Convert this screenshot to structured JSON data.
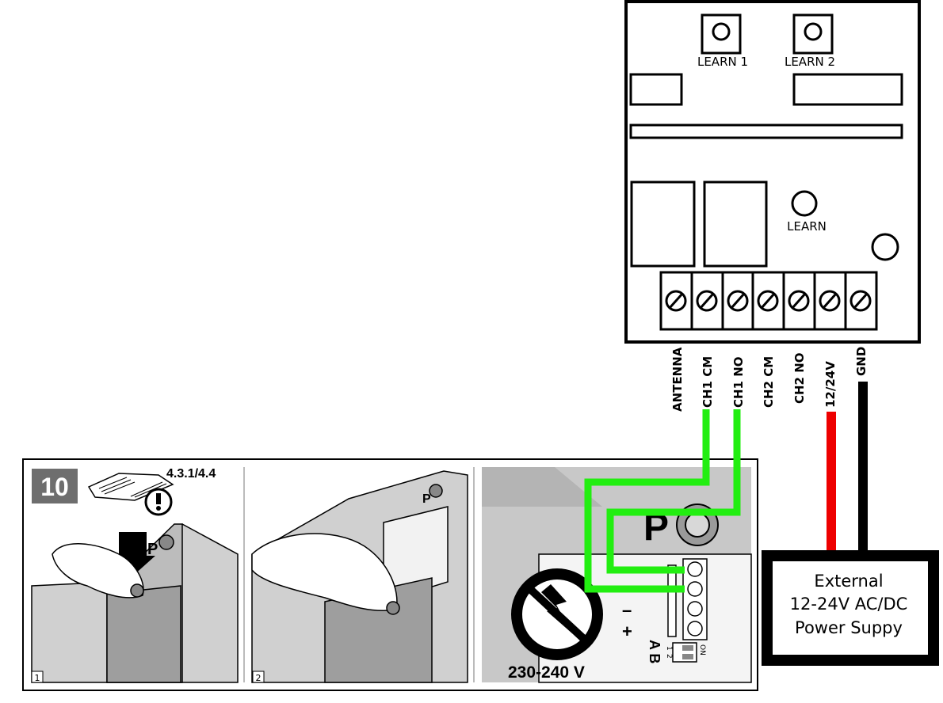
{
  "receiver": {
    "learn1_label": "LEARN 1",
    "learn2_label": "LEARN 2",
    "learn_label": "LEARN",
    "terminals": [
      "ANTENNA",
      "CH1 CM",
      "CH1 NO",
      "CH2 CM",
      "CH2 NO",
      "12/24V",
      "GND"
    ]
  },
  "power_supply": {
    "line1": "External",
    "line2": "12-24V AC/DC",
    "line3": "Power Suppy"
  },
  "instructions": {
    "step_number": "10",
    "reference": "4.3.1/4.4",
    "panel1_index": "1",
    "panel2_index": "2",
    "voltage": "230-240 V",
    "p_letter": "P",
    "dip_on": "ON",
    "dip_1": "1",
    "dip_2": "2",
    "ab_label": "A B",
    "minus": "–",
    "plus": "+"
  },
  "colors": {
    "wire_green": "#22ee11",
    "wire_red": "#ee0000",
    "wire_black": "#000000",
    "panel_gray": "#c8c8c8",
    "badge_gray": "#6e6e6e"
  }
}
